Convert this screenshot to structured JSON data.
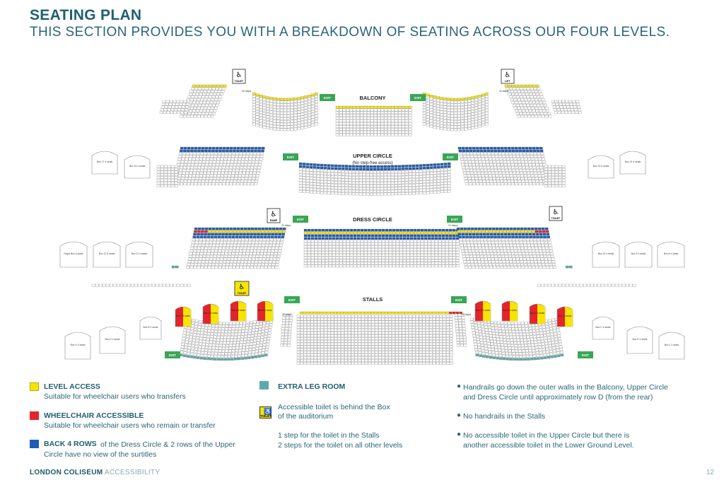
{
  "header": {
    "title": "SEATING PLAN",
    "subtitle": "THIS SECTION PROVIDES YOU WITH A BREAKDOWN OF SEATING ACROSS OUR FOUR LEVELS."
  },
  "colors": {
    "level_access": "#f6e500",
    "wheelchair": "#e3242b",
    "back_rows": "#1e5bb5",
    "leg_room": "#5ba9ae",
    "exit": "#3aa655",
    "seat_fill": "#ffffff",
    "seat_stroke": "#7a7a7a"
  },
  "plan": {
    "sections": {
      "balcony": "BALCONY",
      "upper_circle": "UPPER CIRCLE",
      "upper_circle_note": "(No step-free access)",
      "dress_circle": "DRESS CIRCLE",
      "stalls": "STALLS"
    },
    "exit_label": "EXIT",
    "icons": {
      "toilet": "TOILET",
      "lift": "LIFT",
      "ramp": "RAMP"
    },
    "steps": {
      "balcony_left": "20 steps",
      "balcony_right": "20 steps",
      "dress_left": "22 steps",
      "dress_right": "21 steps",
      "stalls_left": "15 steps",
      "stalls_right": "15 steps"
    },
    "boxes": {
      "upper_left": [
        "Box 17 4 seats",
        "Box 16 4 seats"
      ],
      "upper_right": [
        "Box 15 4 seats",
        "Box 14 4 seats"
      ],
      "dress_left": [
        "Royal Box 6 seats",
        "Box 12 6 seats",
        "Box 11 4 seats"
      ],
      "dress_right": [
        "Box 10 4 seats",
        "Box 9 4 seats",
        "Box 8 4 seats"
      ],
      "stalls_left_plain": [
        "Box H 2 seats",
        "Box D 4 seats",
        "Box B 2 seats"
      ],
      "stalls_left_access": [
        "Box F 6 seats",
        "Box D 6 seats",
        "Box B 4 seats",
        "Box A 4 seats"
      ],
      "stalls_right_access": [
        "Box C 4 seats",
        "Box E 4 seats",
        "Box G 4 seats",
        "Box J 4 seats"
      ],
      "stalls_right_plain": [
        "Box C 4 seats",
        "Box E 4 seats",
        "Box J 2 seats"
      ]
    }
  },
  "legend": {
    "level_access": {
      "title": "LEVEL ACCESS",
      "text": "Suitable for wheelchair users who transfers"
    },
    "wheelchair": {
      "title": "WHEELCHAIR ACCESSIBLE",
      "text": "Suitable for wheelchair users who remain or transfer"
    },
    "back_rows": {
      "title": "BACK 4 ROWS",
      "text": "of the Dress Circle & 2 rows of the Upper",
      "text2": "Circle have no view of the surtitles"
    },
    "leg_room": {
      "title": "EXTRA LEG ROOM"
    },
    "toilet": {
      "icon_label": "TOILET",
      "line1": "Accessible toilet is behind the Box",
      "line2": "of the auditorium",
      "line3": "1 step for the toilet in the Stalls",
      "line4": "2 steps for the toilet on all other levels"
    }
  },
  "notes": [
    {
      "line1": "Handrails go down the outer walls in the Balcony, Upper Circle",
      "line2": "and Dress Circle until approximately row D (from the rear)"
    },
    {
      "line1": "No handrails in the Stalls",
      "line2": ""
    },
    {
      "line1": "No accessible toilet in the Upper Circle but there is",
      "line2": "another accessible toilet in the Lower Ground Level."
    }
  ],
  "footer": {
    "org": "LONDON COLISEUM",
    "section": "ACCESSIBILITY",
    "page": "12"
  }
}
